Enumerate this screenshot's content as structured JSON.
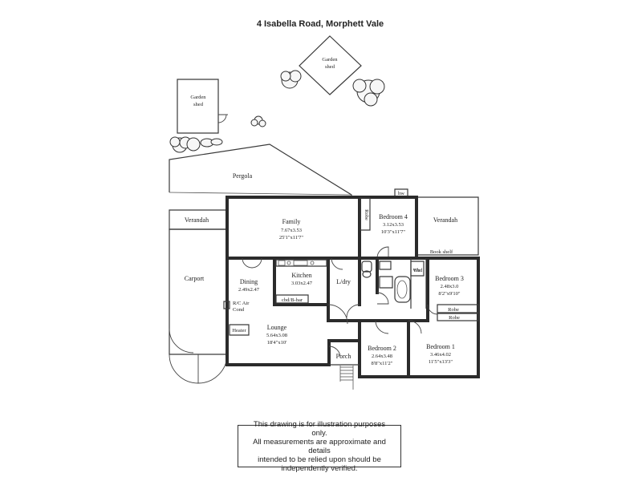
{
  "title": "4 Isabella Road, Morphett Vale",
  "rooms": {
    "garden_shed_top": {
      "label_line1": "Garden",
      "label_line2": "shed"
    },
    "garden_shed_left": {
      "label_line1": "Garden",
      "label_line2": "shed"
    },
    "pergola": {
      "label": "Pergola"
    },
    "verandah_left": {
      "label": "Verandah"
    },
    "verandah_right": {
      "label": "Verandah"
    },
    "carport": {
      "label": "Carport"
    },
    "family": {
      "label": "Family",
      "metric": "7.67x3.53",
      "imperial": "25'1\"x11'7\""
    },
    "bedroom4": {
      "label": "Bedroom 4",
      "metric": "3.12x3.53",
      "imperial": "10'3\"x11'7\""
    },
    "robe_bed4": {
      "label": "Robe"
    },
    "book_shelf": {
      "label": "Book shelf"
    },
    "dining": {
      "label": "Dining",
      "metric": "2.49x2.47"
    },
    "kitchen": {
      "label": "Kitchen",
      "metric": "3.03x2.47"
    },
    "cbd_bar": {
      "label": "cbd/B-bar"
    },
    "laundry": {
      "label": "L/dry"
    },
    "wc": {
      "label": "Wc"
    },
    "cbd": {
      "label": "Cbd"
    },
    "bedroom3": {
      "label": "Bedroom 3",
      "metric": "2.48x3.0",
      "imperial": "8'2\"x9'10\""
    },
    "robe_bed3a": {
      "label": "Robe"
    },
    "robe_bed3b": {
      "label": "Robe"
    },
    "rc_aircon": {
      "line1": "R/C Air",
      "line2": "Cond"
    },
    "heater": {
      "label": "Heater"
    },
    "lounge": {
      "label": "Lounge",
      "metric": "5.64x3.08",
      "imperial": "18'4\"x10'"
    },
    "porch": {
      "label": "Porch"
    },
    "bedroom2": {
      "label": "Bedroom 2",
      "metric": "2.64x3.48",
      "imperial": "8'8\"x11'2\""
    },
    "bedroom1": {
      "label": "Bedroom 1",
      "metric": "3.46x4.02",
      "imperial": "11'5\"x13'3\""
    },
    "hws": {
      "label": "hw"
    }
  },
  "disclaimer": {
    "line1": "This drawing is for illustration purposes only.",
    "line2": "All measurements are approximate and details",
    "line3": "intended to be relied upon should be",
    "line4": "independently verified."
  }
}
